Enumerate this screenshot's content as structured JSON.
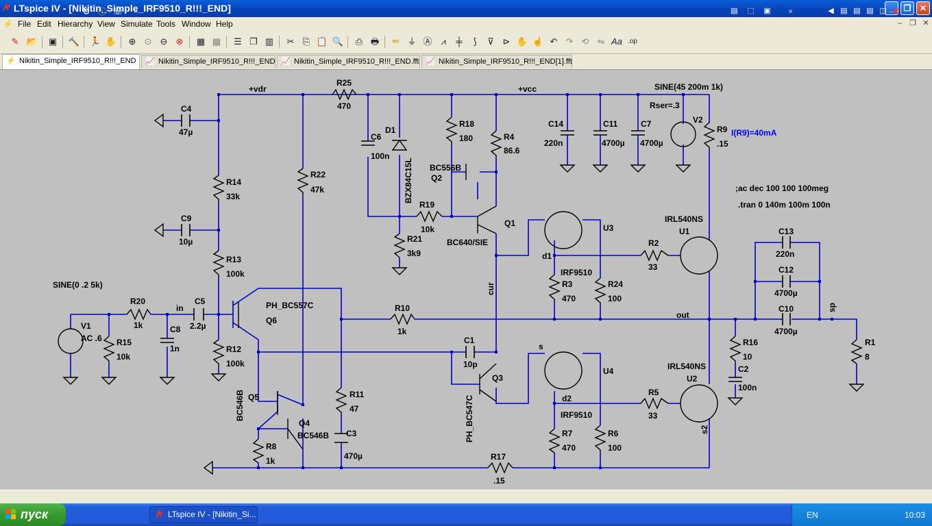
{
  "window": {
    "title": "LTspice IV - [Nikitin_Simple_IRF9510_R!!!_END]"
  },
  "menu": [
    "File",
    "Edit",
    "Hierarchy",
    "View",
    "Simulate",
    "Tools",
    "Window",
    "Help"
  ],
  "tabs": [
    {
      "label": "Nikitin_Simple_IRF9510_R!!!_END",
      "kind": "schematic",
      "active": true
    },
    {
      "label": "Nikitin_Simple_IRF9510_R!!!_END",
      "kind": "waveform",
      "active": false
    },
    {
      "label": "Nikitin_Simple_IRF9510_R!!!_END.fft",
      "kind": "waveform",
      "active": false
    },
    {
      "label": "Nikitin_Simple_IRF9510_R!!!_END[1].fft",
      "kind": "waveform",
      "active": false
    }
  ],
  "colors": {
    "wire": "#0000c8",
    "text": "#000000",
    "directive": "#000000",
    "spice_line": "#0000ff",
    "canvas": "#c0c0c0"
  },
  "schematic": {
    "nets": {
      "vdr": "+vdr",
      "vcc": "+vcc",
      "out": "out",
      "in": "in",
      "sp": "sp",
      "cur": "cur",
      "d1": "d1",
      "d2": "d2",
      "s": "s",
      "s2": "s2"
    },
    "components": {
      "R25": {
        "name": "R25",
        "value": "470"
      },
      "C4": {
        "name": "C4",
        "value": "47µ"
      },
      "C6": {
        "name": "C6",
        "value": "100n"
      },
      "D1": {
        "name": "D1",
        "value": "BZX84C15L"
      },
      "R18": {
        "name": "R18",
        "value": "180"
      },
      "R4": {
        "name": "R4",
        "value": "86.6"
      },
      "C14": {
        "name": "C14",
        "value": "220n"
      },
      "C11": {
        "name": "C11",
        "value": "4700µ"
      },
      "C7": {
        "name": "C7",
        "value": "4700µ"
      },
      "V2": {
        "name": "V2",
        "value": "SINE(45 200m 1k)",
        "extra": "Rser=.3"
      },
      "R9": {
        "name": "R9",
        "value": ".15"
      },
      "R14": {
        "name": "R14",
        "value": "33k"
      },
      "R22": {
        "name": "R22",
        "value": "47k"
      },
      "Q2": {
        "name": "Q2",
        "value": "BC556B"
      },
      "R19": {
        "name": "R19",
        "value": "10k"
      },
      "R21": {
        "name": "R21",
        "value": "3k9"
      },
      "C9": {
        "name": "C9",
        "value": "10µ"
      },
      "Q1": {
        "name": "Q1",
        "value": "BC640/SIE"
      },
      "U3": {
        "name": "U3",
        "value": "IRF9510"
      },
      "U1": {
        "name": "U1",
        "value": "IRL540NS"
      },
      "R2": {
        "name": "R2",
        "value": "33"
      },
      "R13": {
        "name": "R13",
        "value": "100k"
      },
      "R3": {
        "name": "R3",
        "value": "470"
      },
      "R24": {
        "name": "R24",
        "value": "100"
      },
      "C13": {
        "name": "C13",
        "value": "220n"
      },
      "C12": {
        "name": "C12",
        "value": "4700µ"
      },
      "C10": {
        "name": "C10",
        "value": "4700µ"
      },
      "V1": {
        "name": "V1",
        "value": "AC .6",
        "extra": "SINE(0 .2 5k)"
      },
      "R20": {
        "name": "R20",
        "value": "1k"
      },
      "C5": {
        "name": "C5",
        "value": "2.2µ"
      },
      "Q6": {
        "name": "Q6",
        "value": "PH_BC557C"
      },
      "R10": {
        "name": "R10",
        "value": "1k"
      },
      "R15": {
        "name": "R15",
        "value": "10k"
      },
      "C8": {
        "name": "C8",
        "value": "1n"
      },
      "R12": {
        "name": "R12",
        "value": "100k"
      },
      "C1": {
        "name": "C1",
        "value": "10p"
      },
      "Q3": {
        "name": "Q3",
        "value": "PH_BC547C"
      },
      "R16": {
        "name": "R16",
        "value": "10"
      },
      "C2": {
        "name": "C2",
        "value": "100n"
      },
      "R1": {
        "name": "R1",
        "value": "8"
      },
      "U4": {
        "name": "U4",
        "value": "IRF9510"
      },
      "U2": {
        "name": "U2",
        "value": "IRL540NS"
      },
      "R5": {
        "name": "R5",
        "value": "33"
      },
      "Q5": {
        "name": "Q5",
        "value": "BC546B"
      },
      "Q4": {
        "name": "Q4",
        "value": "BC546B"
      },
      "R11": {
        "name": "R11",
        "value": "47"
      },
      "C3": {
        "name": "C3",
        "value": "470µ"
      },
      "R8": {
        "name": "R8",
        "value": "1k"
      },
      "R7": {
        "name": "R7",
        "value": "470"
      },
      "R6": {
        "name": "R6",
        "value": "100"
      },
      "R17": {
        "name": "R17",
        "value": ".15"
      }
    },
    "directives": {
      "ac": ";ac dec 100 100 100meg",
      "tran": ".tran 0 140m 100m 100n",
      "current_note": "I(R9)=40mA"
    }
  },
  "taskbar": {
    "start_label": "пуск",
    "task_label": "LTspice IV - [Nikitin_Si...",
    "language": "EN",
    "clock": "10:03"
  }
}
